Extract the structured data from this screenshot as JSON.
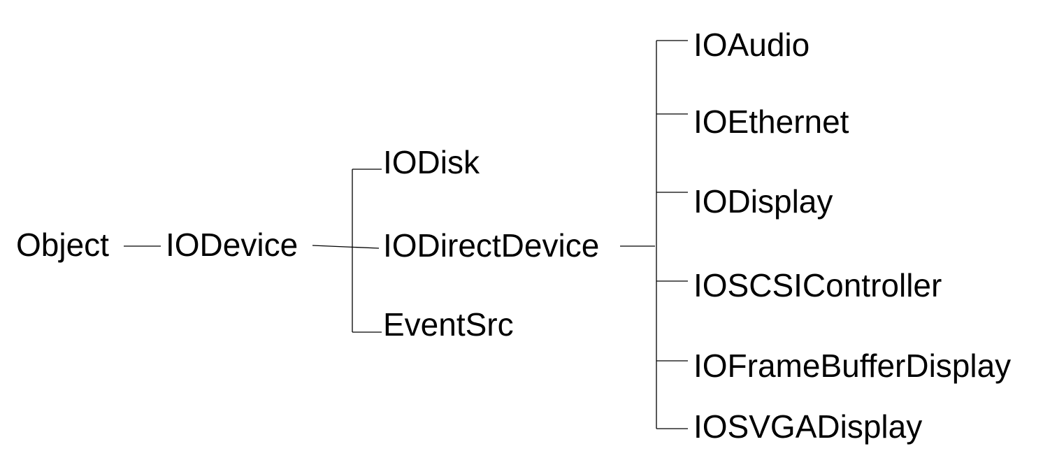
{
  "colors": {
    "background": "#ffffff",
    "line": "#000000",
    "text": "#000000"
  },
  "tree": {
    "label": "Object",
    "children": [
      {
        "label": "IODevice",
        "children": [
          {
            "label": "IODisk",
            "children": []
          },
          {
            "label": "IODirectDevice",
            "children": [
              {
                "label": "IOAudio",
                "children": []
              },
              {
                "label": "IOEthernet",
                "children": []
              },
              {
                "label": "IODisplay",
                "children": []
              },
              {
                "label": "IOSCSIController",
                "children": []
              },
              {
                "label": "IOFrameBufferDisplay",
                "children": []
              },
              {
                "label": "IOSVGADisplay",
                "children": []
              }
            ]
          },
          {
            "label": "EventSrc",
            "children": []
          }
        ]
      }
    ]
  }
}
